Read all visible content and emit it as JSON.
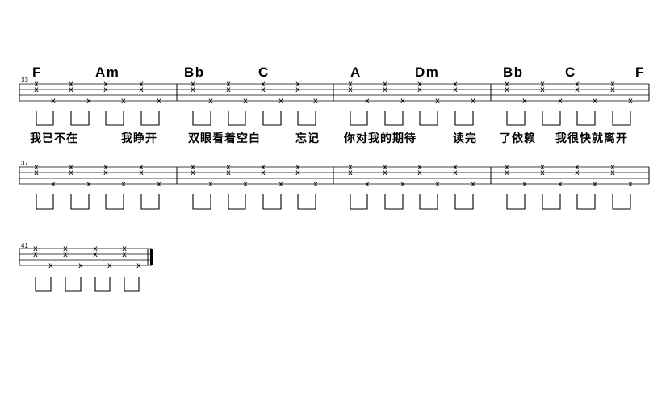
{
  "systems": [
    {
      "start_measure": "33",
      "measures": [
        {
          "chords": [
            "F",
            "Am"
          ],
          "lyrics": [
            "我已不在",
            "我睁开"
          ]
        },
        {
          "chords": [
            "Bb",
            "C"
          ],
          "lyrics": [
            "双眼看着空白",
            "忘记"
          ]
        },
        {
          "chords": [
            "A",
            "Dm"
          ],
          "lyrics": [
            "你对我的期待",
            "读完"
          ]
        },
        {
          "chords": [
            "Bb",
            "C",
            "F"
          ],
          "lyrics": [
            "了依赖",
            "我很快就离开"
          ]
        }
      ]
    },
    {
      "start_measure": "37",
      "measures": [
        {
          "chords": [],
          "lyrics": []
        },
        {
          "chords": [],
          "lyrics": []
        },
        {
          "chords": [],
          "lyrics": []
        },
        {
          "chords": [],
          "lyrics": []
        }
      ]
    },
    {
      "start_measure": "41",
      "measures": [
        {
          "chords": [],
          "lyrics": []
        }
      ],
      "final_barline": true
    }
  ],
  "strum_pattern": {
    "beats_per_measure": 4,
    "description_marks": "x"
  }
}
